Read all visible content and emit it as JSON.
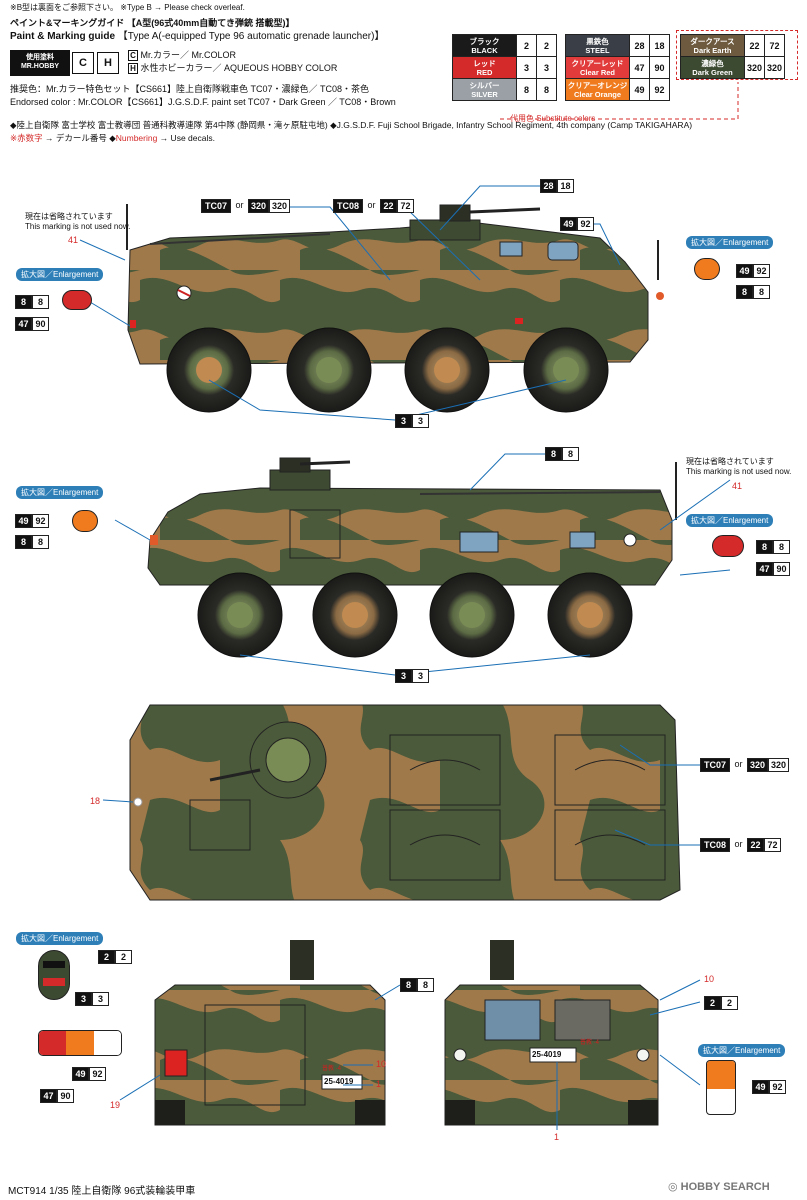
{
  "header": {
    "note_top": "※B型は裏面をご参照下さい。 ※Type B → Please check overleaf.",
    "title_jp": "ペイント&マーキングガイド",
    "title_jp_suffix": "【A型(96式40mm自動てき弾銃 搭載型)】",
    "title_en": "Paint & Marking guide",
    "title_en_suffix": "【Type A(-equipped Type 96 automatic grenade launcher)】",
    "paint_label": "使用塗料\nMR.HOBBY",
    "c_label": "C",
    "h_label": "H",
    "c_text": "Mr.カラー／ Mr.COLOR",
    "h_text": "水性ホビーカラー／ AQUEOUS HOBBY COLOR",
    "endorse_jp": "推奨色：Mr.カラー特色セット【CS661】陸上自衛隊戦車色 TC07・濃緑色／ TC08・茶色",
    "endorse_en": "Endorsed color : Mr.COLOR【CS661】J.G.S.D.F. paint set TC07・Dark Green ／ TC08・Brown",
    "unit_jp": "◆陸上自衛隊 富士学校 富士教導団 普通科教導連隊 第4中隊 (静岡県・滝ヶ原駐屯地)",
    "unit_en": "◆J.G.S.D.F. Fuji School Brigade, Infantry School Regiment, 4th company (Camp TAKIGAHARA)",
    "decal_note_jp": "※赤数字",
    "decal_note_mid": " → デカール番号 ◆",
    "decal_note_red": "Numbering",
    "decal_note_end": " → Use decals."
  },
  "colors_table": [
    {
      "jp": "ブラック",
      "en": "BLACK",
      "c": "2",
      "h": "2",
      "bg": "#1a1a1a"
    },
    {
      "jp": "レッド",
      "en": "RED",
      "c": "3",
      "h": "3",
      "bg": "#d42a2a"
    },
    {
      "jp": "シルバー",
      "en": "SILVER",
      "c": "8",
      "h": "8",
      "bg": "#9aa0a6"
    },
    {
      "jp": "黒鉄色",
      "en": "STEEL",
      "c": "28",
      "h": "18",
      "bg": "#3a3f47"
    },
    {
      "jp": "クリアーレッド",
      "en": "Clear Red",
      "c": "47",
      "h": "90",
      "bg": "#e23b3b"
    },
    {
      "jp": "クリアーオレンジ",
      "en": "Clear Orange",
      "c": "49",
      "h": "92",
      "bg": "#f07a1e"
    }
  ],
  "substitute": {
    "items": [
      {
        "jp": "ダークアース",
        "en": "Dark Earth",
        "c": "22",
        "h": "72",
        "bg": "#6e5a3e"
      },
      {
        "jp": "濃緑色",
        "en": "Dark Green",
        "c": "320",
        "h": "320",
        "bg": "#3d4a32"
      }
    ],
    "label": "代用色 Substitute colors"
  },
  "side1": {
    "tc07": "TC07",
    "or": "or",
    "tc07_alt": "320|320",
    "tc08": "TC08",
    "tc08_alt": "22|72",
    "steel": "28|18",
    "orange": "49|92",
    "not_used_jp": "現在は省略されています",
    "not_used_en": "This marking is not used now.",
    "decal41": "41",
    "enl": "拡大図／Enlargement",
    "silver": "8|8",
    "clearred": "47|90",
    "red": "3|3"
  },
  "side2": {
    "silver": "8|8",
    "not_used_jp": "現在は省略されています",
    "not_used_en": "This marking is not used now.",
    "decal41": "41",
    "enl": "拡大図／Enlargement",
    "orange": "49|92",
    "silver2": "8|8",
    "clearred": "47|90",
    "red": "3|3"
  },
  "top": {
    "decal18": "18",
    "tc07": "TC07",
    "or": "or",
    "tc07_alt": "320|320",
    "tc08": "TC08",
    "tc08_alt": "22|72"
  },
  "rear": {
    "enl": "拡大図／Enlargement",
    "black": "2|2",
    "red": "3|3",
    "orange": "49|92",
    "clearred": "47|90",
    "decal19": "19",
    "silver": "8|8",
    "decal10": "10",
    "decal1": "1",
    "plate": "25-4019",
    "unit_mark": "普教 ·4"
  },
  "front": {
    "decal10": "10",
    "black": "2|2",
    "enl": "拡大図／Enlargement",
    "orange": "49|92",
    "decal1": "1",
    "plate": "25-4019",
    "unit_mark": "普教 ·4"
  },
  "footer": {
    "code": "MCT914",
    "title": "1/35 陸上自衛隊 96式装輪装甲車",
    "watermark": "HOBBY SEARCH"
  },
  "palette": {
    "green": "#4b5a3a",
    "brown": "#a0794a",
    "tan": "#b89868",
    "dark": "#2b3026",
    "lead": "#1a6fb5"
  }
}
